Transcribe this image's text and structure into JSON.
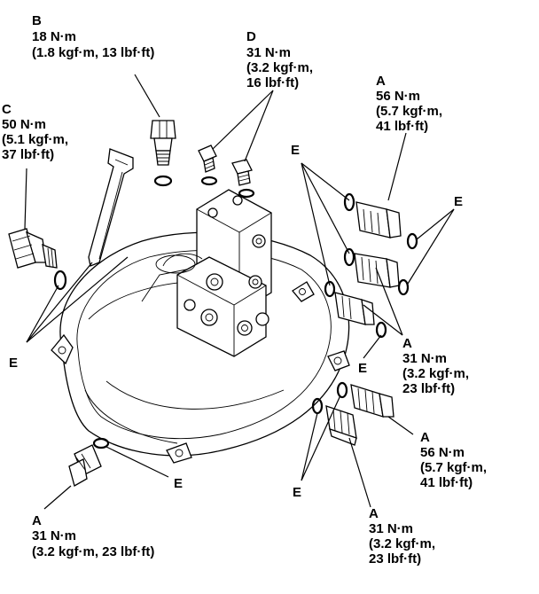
{
  "callouts": {
    "b": {
      "letter": "B",
      "l1": "18 N·m",
      "l2": "(1.8 kgf·m, 13 lbf·ft)"
    },
    "d": {
      "letter": "D",
      "l1": "31 N·m",
      "l2": "(3.2 kgf·m,",
      "l3": "16 lbf·ft)"
    },
    "a_top": {
      "letter": "A",
      "l1": "56 N·m",
      "l2": "(5.7 kgf·m,",
      "l3": "41 lbf·ft)"
    },
    "c": {
      "letter": "C",
      "l1": "50 N·m",
      "l2": "(5.1 kgf·m,",
      "l3": "37 lbf·ft)"
    },
    "a_mid": {
      "letter": "A",
      "l1": "31 N·m",
      "l2": "(3.2 kgf·m,",
      "l3": "23 lbf·ft)"
    },
    "a_right": {
      "letter": "A",
      "l1": "56 N·m",
      "l2": "(5.7 kgf·m,",
      "l3": "41 lbf·ft)"
    },
    "a_botright": {
      "letter": "A",
      "l1": "31 N·m",
      "l2": "(3.2 kgf·m,",
      "l3": "23 lbf·ft)"
    },
    "a_botleft": {
      "letter": "A",
      "l1": "31 N·m",
      "l2": "(3.2 kgf·m, 23 lbf·ft)"
    }
  },
  "washer_labels": {
    "e_top": "E",
    "e_right": "E",
    "e_left": "E",
    "e_mid": "E",
    "e_bottom": "E",
    "e_botright": "E"
  }
}
